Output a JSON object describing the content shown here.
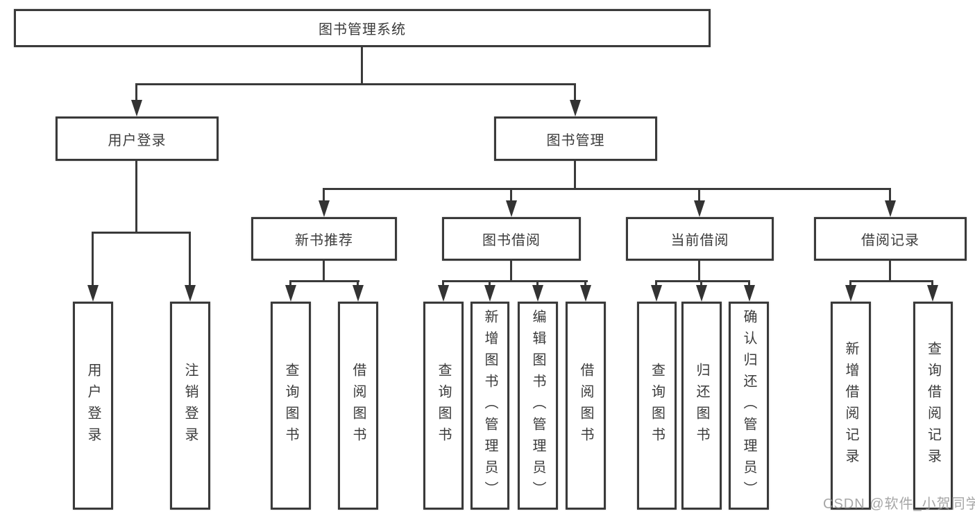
{
  "nodes": {
    "root": "图书管理系统",
    "user_login": "用户登录",
    "book_management": "图书管理",
    "new_book_recommend": "新书推荐",
    "book_borrow": "图书借阅",
    "current_borrow": "当前借阅",
    "borrow_records": "借阅记录",
    "user_login_leaf": "用户登录",
    "logout_leaf": "注销登录",
    "recommend_query_books": "查询图书",
    "recommend_borrow_books": "借阅图书",
    "borrow_query_books": "查询图书",
    "borrow_add_books": "新增图书（管理员）",
    "borrow_edit_books": "编辑图书（管理员）",
    "borrow_borrow_books": "借阅图书",
    "current_query_books": "查询图书",
    "current_return_books": "归还图书",
    "current_confirm_return": "确认归还（管理员）",
    "records_add_record": "新增借阅记录",
    "records_query_record": "查询借阅记录"
  },
  "hierarchy": {
    "图书管理系统": {
      "用户登录": [
        "用户登录",
        "注销登录"
      ],
      "图书管理": {
        "新书推荐": [
          "查询图书",
          "借阅图书"
        ],
        "图书借阅": [
          "查询图书",
          "新增图书（管理员）",
          "编辑图书（管理员）",
          "借阅图书"
        ],
        "当前借阅": [
          "查询图书",
          "归还图书",
          "确认归还（管理员）"
        ],
        "借阅记录": [
          "新增借阅记录",
          "查询借阅记录"
        ]
      }
    }
  },
  "watermark": "CSDN @软件_小贺同学",
  "colors": {
    "line": "#3a3a3a",
    "text": "#3b3b3b",
    "background": "#ffffff",
    "watermark": "#969696"
  }
}
